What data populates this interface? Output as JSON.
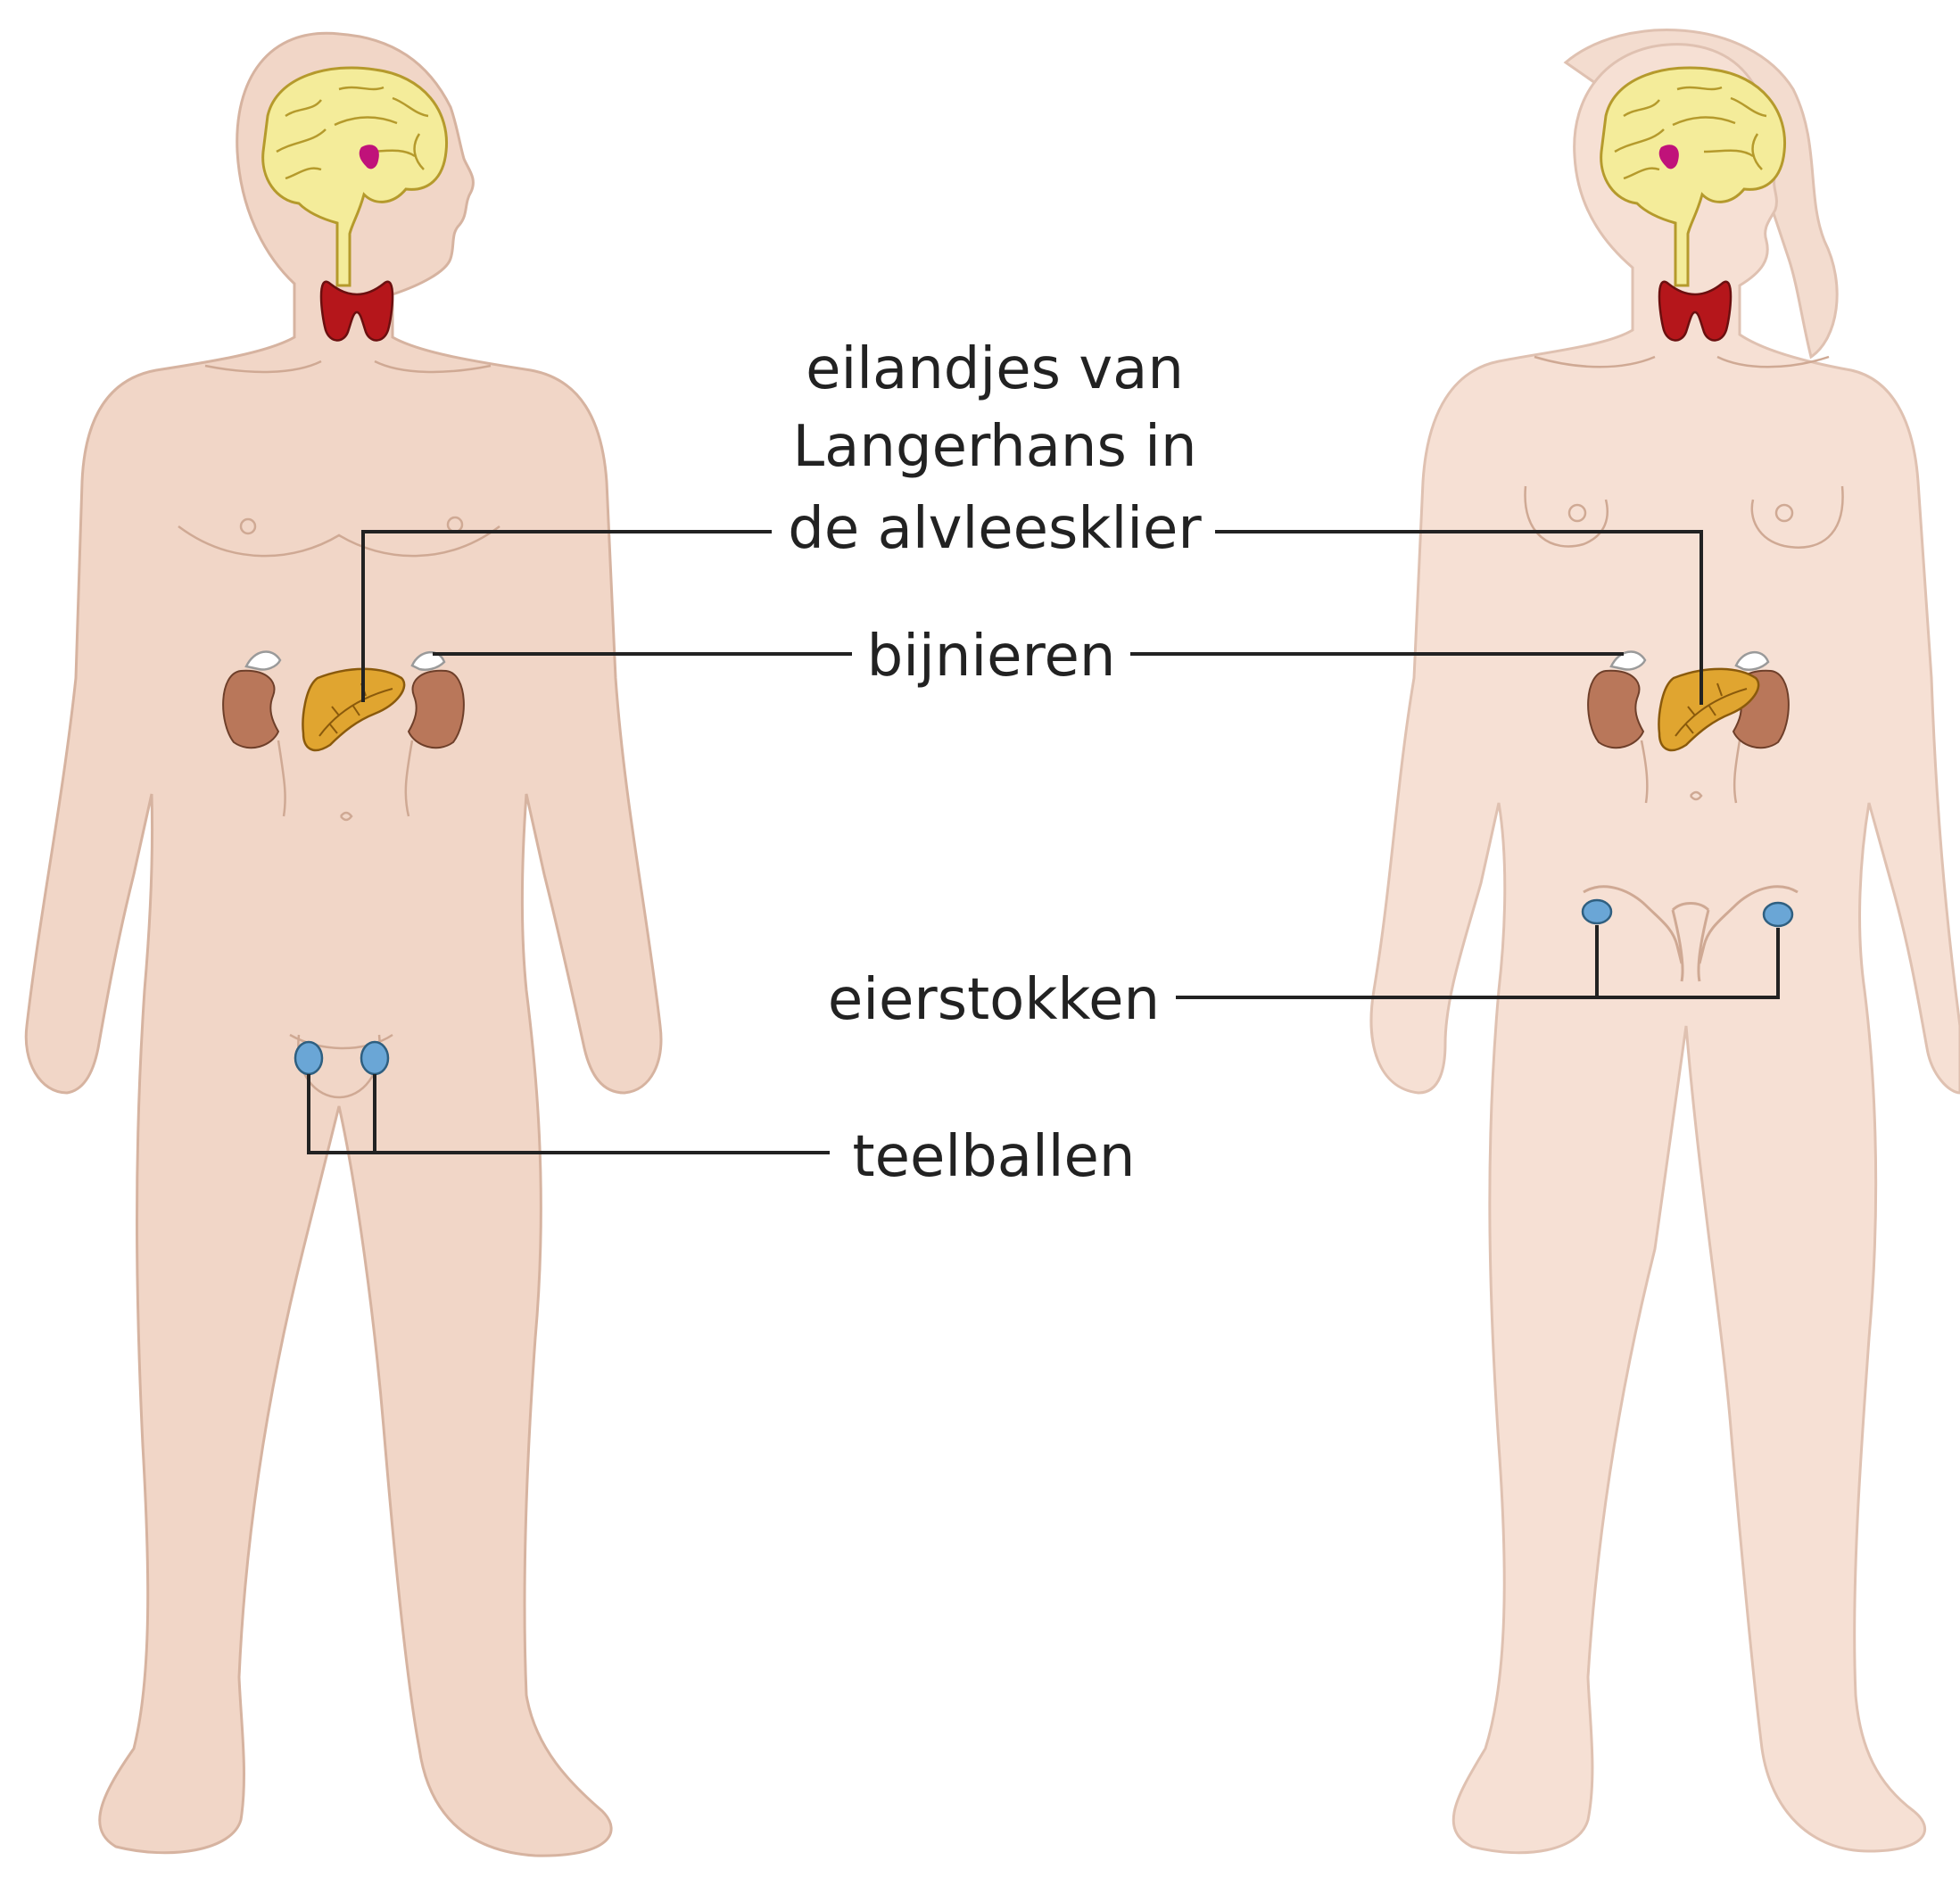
{
  "labels": {
    "islets_line1": "eilandjes van",
    "islets_line2": "Langerhans in",
    "islets_line3": "de alvleesklier",
    "adrenals": "bijnieren",
    "ovaries": "eierstokken",
    "testes": "teelballen"
  },
  "colors": {
    "male_skin": "#f1d6c7",
    "female_skin": "#f6e0d4",
    "brain": "#f4ec9a",
    "pituitary": "#c0127a",
    "thyroid": "#b5161b",
    "kidney": "#b9775a",
    "pancreas": "#e0a530",
    "adrenal": "#ffffff",
    "gonads": "#6aa6d6",
    "leader_lines": "#222222"
  }
}
